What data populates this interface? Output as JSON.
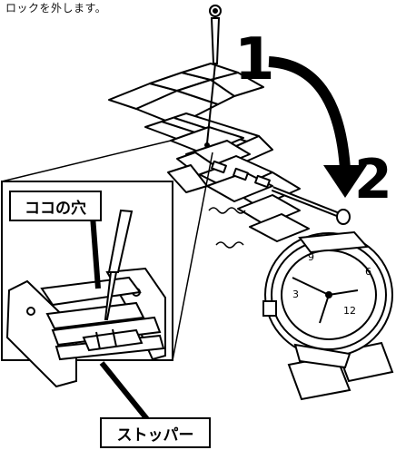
{
  "caption": "ロックを外します。",
  "labels": {
    "hole": "ココの穴",
    "stopper": "ストッパー"
  },
  "steps": {
    "first": "1",
    "second": "2"
  },
  "watch_dial": {
    "numerals": [
      "9",
      "6",
      "3",
      "12"
    ]
  }
}
